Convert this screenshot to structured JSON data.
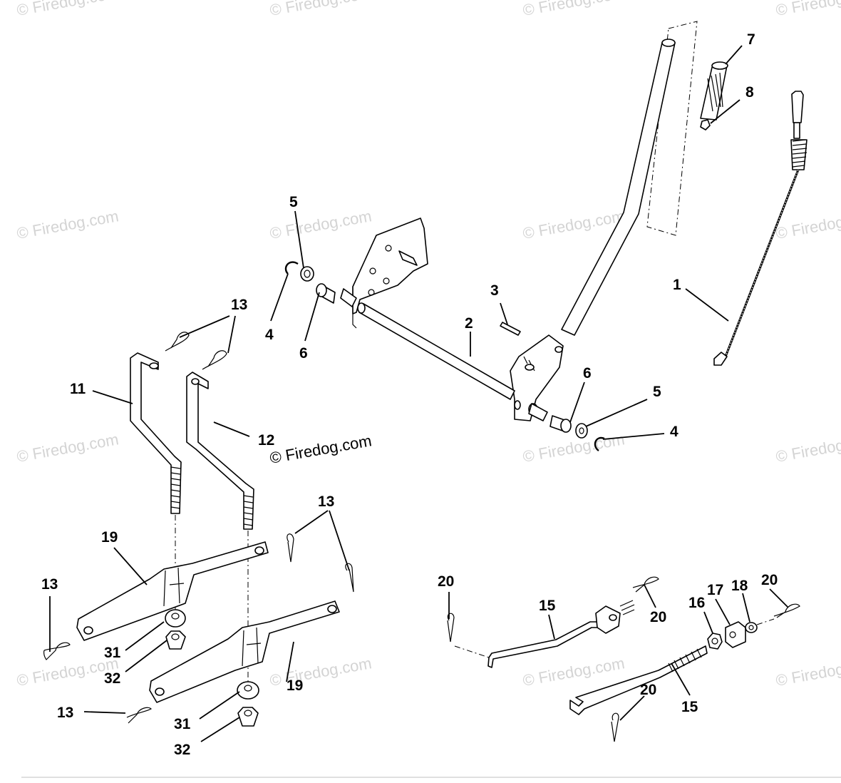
{
  "watermark_text": "© Firedog.com",
  "copyright_text": "© Firedog.com",
  "callouts": {
    "c1": "1",
    "c2": "2",
    "c3": "3",
    "c4a": "4",
    "c4b": "4",
    "c5a": "5",
    "c5b": "5",
    "c6a": "6",
    "c6b": "6",
    "c7": "7",
    "c8": "8",
    "c11": "11",
    "c12": "12",
    "c13a": "13",
    "c13b": "13",
    "c13c": "13",
    "c13d": "13",
    "c15a": "15",
    "c15b": "15",
    "c16": "16",
    "c17": "17",
    "c18": "18",
    "c19a": "19",
    "c19b": "19",
    "c20a": "20",
    "c20b": "20",
    "c20c": "20",
    "c20d": "20",
    "c31a": "31",
    "c31b": "31",
    "c32a": "32",
    "c32b": "32"
  },
  "colors": {
    "line": "#000000",
    "watermark": "#d4d4d4",
    "background": "#ffffff"
  }
}
